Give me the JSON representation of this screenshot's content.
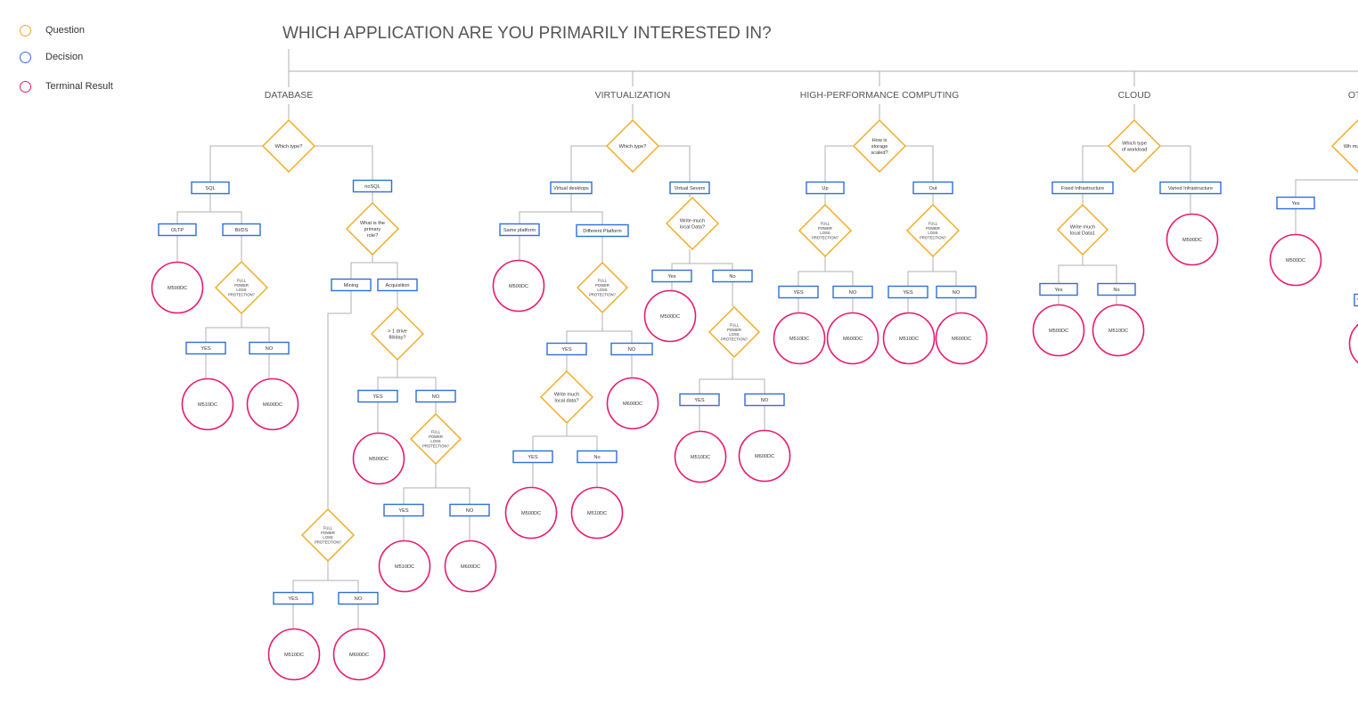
{
  "title": "WHICH APPLICATION ARE YOU PRIMARILY INTERESTED IN?",
  "colors": {
    "question": "#F2A81D",
    "decision": "#2E6FD8",
    "terminal": "#E8196F",
    "line": "#B0B0B0",
    "title": "#555555",
    "text": "#333333"
  },
  "legend": [
    {
      "label": "Question",
      "kind": "question"
    },
    {
      "label": "Decision",
      "kind": "decision"
    },
    {
      "label": "Terminal Result",
      "kind": "terminal"
    }
  ],
  "categories": {
    "database": "DATABASE",
    "virtualization": "VIRTUALIZATION",
    "hpc": "HIGH-PERFORMANCE COMPUTING",
    "cloud": "CLOUD",
    "other": "OTH"
  },
  "questions": {
    "which_type": "Which type?",
    "primary_role": "What is the primary role?",
    "fill_day": "> 1 drive fill/day?",
    "full_power": "FULL POWER LOSS PROTECTION?",
    "write_local_data_lower": "Write much local data?",
    "write_local_data_upper": "Write much local Data?",
    "write_local_data1": "Write much local Data1",
    "storage_scaled": "How is storage scaled?",
    "workload_type": "Which type of workload",
    "other_q": "Wh much Da"
  },
  "decisions": {
    "sql": "SQL",
    "nosql": "noSQL",
    "oltp": "OLTP",
    "bids": "BI/DS",
    "mining": "Mining",
    "acquisition": "Acquisition",
    "YES": "YES",
    "NO": "NO",
    "Yes": "Yes",
    "No": "No",
    "virtual_desktops": "Virtual desktops",
    "virtual_servers": "Virtual Severs",
    "same_platform": "Same platform",
    "different_platform": "Different Platform",
    "up": "Up",
    "out": "Out",
    "fixed_infra": "Fixed Infrastructure",
    "varied_infra": "Varied Infrastructure"
  },
  "results": {
    "m500dc": "M500DC",
    "m510dc": "M510DC",
    "m600dc": "M600DC"
  }
}
